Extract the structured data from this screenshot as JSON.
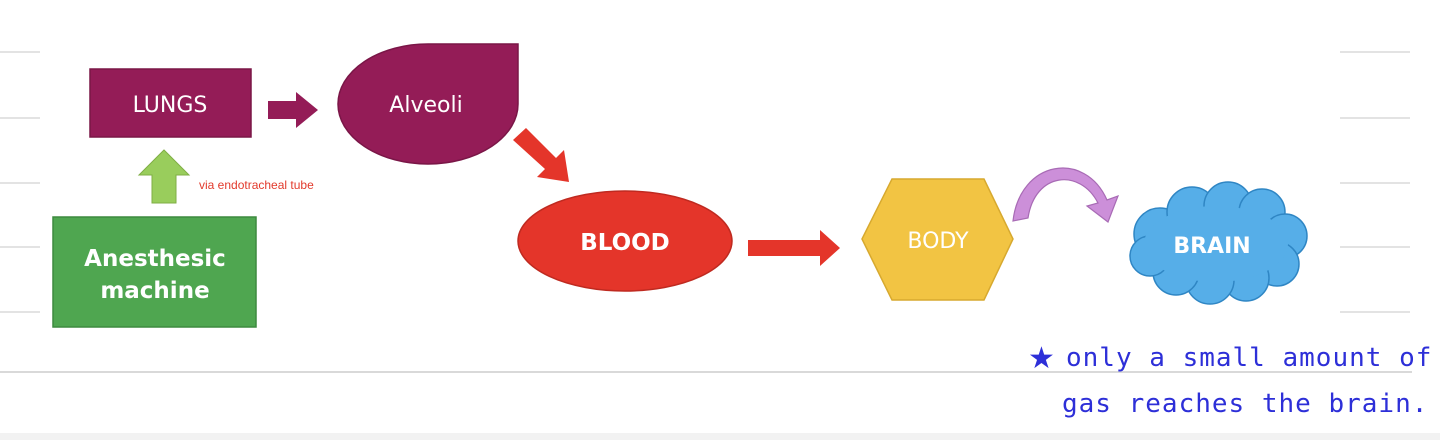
{
  "colors": {
    "lungs": "#941c57",
    "alveoli": "#941c57",
    "blood": "#e4352a",
    "body": "#f2c443",
    "brain": "#56aee8",
    "machine": "#4fa650",
    "green_arrow": "#99cd5c",
    "red_arrow": "#e4352a",
    "purple_arrow": "#941c57",
    "curved_arrow": "#cc8fd9",
    "note_red": "#e23a2c",
    "handwriting": "#2d2fd8",
    "ruled_line": "#e3e3e3"
  },
  "nodes": {
    "lungs": {
      "label": "LUNGS",
      "shape": "rectangle"
    },
    "alveoli": {
      "label": "Alveoli",
      "shape": "teardrop"
    },
    "machine": {
      "label_line1": "Anesthesic",
      "label_line2": "machine",
      "shape": "rectangle"
    },
    "blood": {
      "label": "BLOOD",
      "shape": "ellipse"
    },
    "body": {
      "label": "BODY",
      "shape": "hexagon"
    },
    "brain": {
      "label": "BRAIN",
      "shape": "cloud"
    }
  },
  "edges": [
    {
      "from": "machine",
      "to": "lungs",
      "label": "via endotracheal tube",
      "icon": "up-arrow-icon"
    },
    {
      "from": "lungs",
      "to": "alveoli",
      "icon": "right-arrow-icon"
    },
    {
      "from": "alveoli",
      "to": "blood",
      "icon": "diagonal-arrow-icon"
    },
    {
      "from": "blood",
      "to": "body",
      "icon": "right-arrow-icon"
    },
    {
      "from": "body",
      "to": "brain",
      "icon": "curved-arrow-icon"
    }
  ],
  "annotation": {
    "star": "★",
    "line1": "only a small amount of",
    "line2": "gas reaches the brain."
  }
}
